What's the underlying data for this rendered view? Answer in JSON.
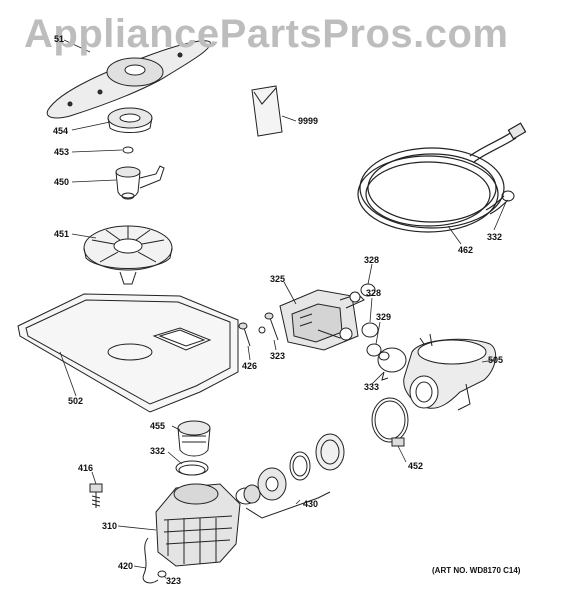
{
  "watermark": "AppliancePartsPros.com",
  "art_number": "(ART NO. WD8170 C14)",
  "labels": {
    "l51": "51",
    "l454": "454",
    "l453": "453",
    "l450": "450",
    "l451": "451",
    "l9999": "9999",
    "l462": "462",
    "l332a": "332",
    "l328a": "328",
    "l325": "325",
    "l328b": "328",
    "l329": "329",
    "l426": "426",
    "l323a": "323",
    "l505": "505",
    "l333": "333",
    "l502": "502",
    "l452": "452",
    "l455": "455",
    "l332b": "332",
    "l416": "416",
    "l430": "430",
    "l310": "310",
    "l420": "420",
    "l323b": "323"
  }
}
